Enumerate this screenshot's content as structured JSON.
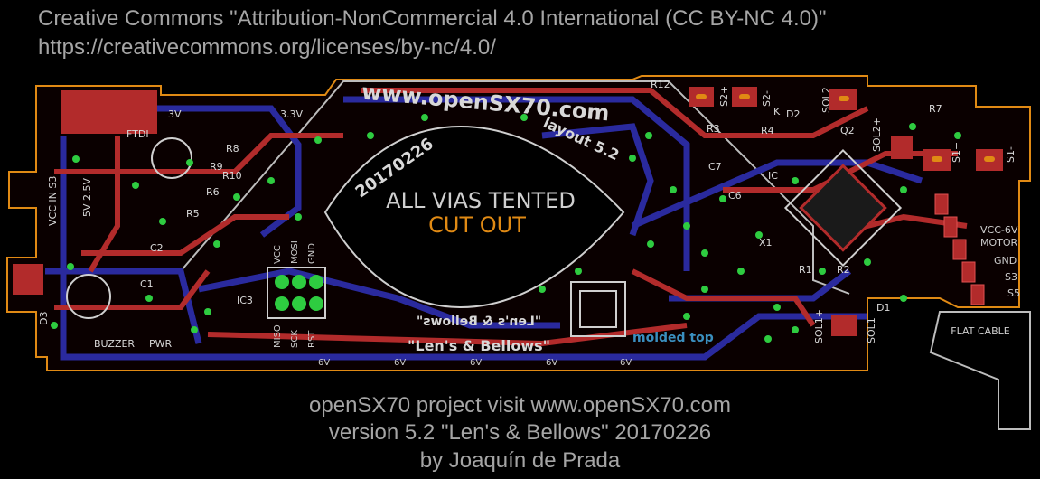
{
  "header": {
    "license_line": "Creative Commons \"Attribution-NonCommercial 4.0 International (CC BY-NC 4.0)\"",
    "license_url": "https://creativecommons.org/licenses/by-nc/4.0/"
  },
  "board": {
    "url_silk": "www.openSX70.com",
    "date_silk": "20170226",
    "layout_silk": "layout 5.2",
    "vias_note": "ALL VIAS TENTED",
    "cutout_note": "CUT OUT",
    "lens_bottom": "\"Len's & Bellows\"",
    "lens_mirror": "\"Len's & Bellows\"",
    "molded_top": "molded top",
    "flat_cable": "FLAT CABLE",
    "pin_labels": [
      "VCC-6V",
      "MOTOR",
      "GND",
      "S3",
      "S5"
    ],
    "header_pins": [
      "VCC",
      "MOSI",
      "GND",
      "MISO",
      "SCK",
      "RST"
    ],
    "rail_labels": [
      "6V",
      "6V",
      "6V",
      "6V",
      "6V"
    ],
    "components": [
      "R12",
      "S2+",
      "S2-",
      "SOL2",
      "SOL2+",
      "K",
      "D2",
      "R7",
      "R3",
      "R4",
      "Q2",
      "C7",
      "C6",
      "S1+",
      "S1-",
      "X1",
      "R1",
      "R2",
      "D1",
      "SOL1",
      "SOL1+",
      "R8",
      "R9",
      "R5",
      "R6",
      "C2",
      "C1",
      "D3",
      "IC3",
      "FTDI",
      "VCC IN S3",
      "5V 2.5V",
      "BUZZER",
      "PWR",
      "3V",
      "3.3V",
      "IC",
      "R10"
    ]
  },
  "footer": {
    "line1": "openSX70 project visit www.openSX70.com",
    "line2": "version 5.2 \"Len's & Bellows\" 20170226",
    "line3": "by Joaquín de Prada"
  },
  "colors": {
    "background": "#000000",
    "top_copper": "#b22b2b",
    "bottom_copper": "#2a2a9e",
    "outline": "#e08a14",
    "silkscreen": "#cfcfcf",
    "vias": "#2ecc40"
  }
}
